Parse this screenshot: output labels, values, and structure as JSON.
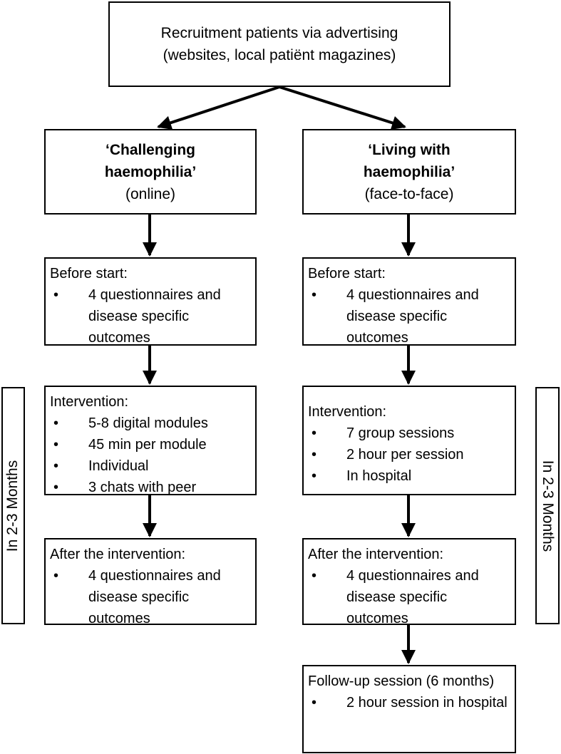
{
  "top": {
    "line1": "Recruitment patients via advertising",
    "line2": "(websites, local patiënt magazines)"
  },
  "left_arm": {
    "title_line1": "‘Challenging",
    "title_line2": "haemophilia’",
    "subtitle": "(online)",
    "before": {
      "heading": "Before start:",
      "items": [
        "4 questionnaires and disease specific outcomes"
      ]
    },
    "intervention": {
      "heading": "Intervention:",
      "items": [
        "5-8 digital modules",
        "45 min per module",
        "Individual",
        "3 chats with peer"
      ]
    },
    "after": {
      "heading": "After the intervention:",
      "items": [
        "4 questionnaires and disease specific outcomes"
      ]
    }
  },
  "right_arm": {
    "title_line1": "‘Living with",
    "title_line2": "haemophilia’",
    "subtitle": "(face-to-face)",
    "before": {
      "heading": "Before start:",
      "items": [
        "4 questionnaires and disease specific outcomes"
      ]
    },
    "intervention": {
      "heading": "Intervention:",
      "items": [
        "7 group sessions",
        "2 hour per session",
        "In hospital"
      ]
    },
    "after": {
      "heading": "After the intervention:",
      "items": [
        "4 questionnaires and disease specific outcomes"
      ]
    },
    "followup": {
      "heading": "Follow-up session (6 months)",
      "items": [
        "2 hour session in hospital"
      ]
    }
  },
  "side_labels": {
    "left": "In 2-3 Months",
    "right": "In 2-3 Months"
  }
}
